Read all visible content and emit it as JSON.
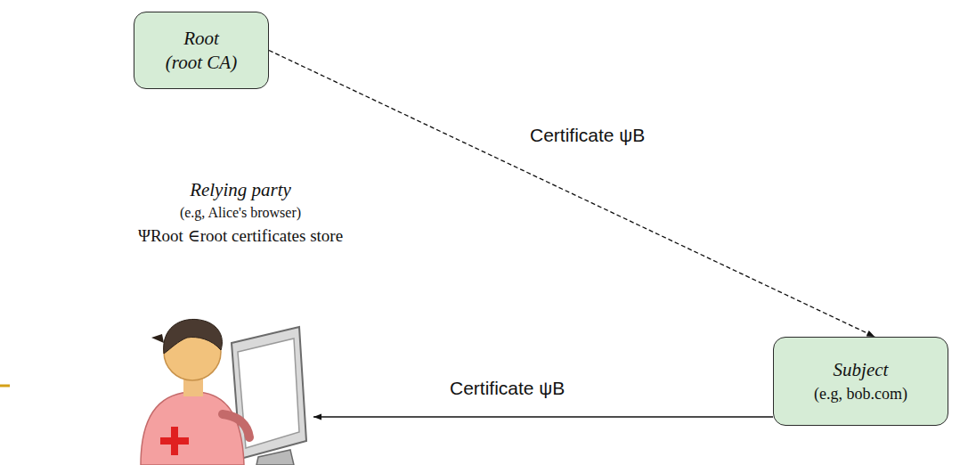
{
  "diagram": {
    "nodes": [
      {
        "text": [
          "Root",
          "(root CA)"
        ]
      },
      {
        "text": [
          "Relying party",
          "(e.g, Alice's browser)",
          "ΨRoot ∈root certificates store"
        ]
      },
      {
        "text": [
          "Subject",
          "(e.g, bob.com)"
        ]
      }
    ],
    "edges": [
      {
        "from": 0,
        "to": 2,
        "arrow": "to",
        "label": "Certificate ψB"
      },
      {
        "from": 2,
        "to": 1,
        "arrow": "to",
        "label": "Certificate ψB"
      }
    ]
  }
}
